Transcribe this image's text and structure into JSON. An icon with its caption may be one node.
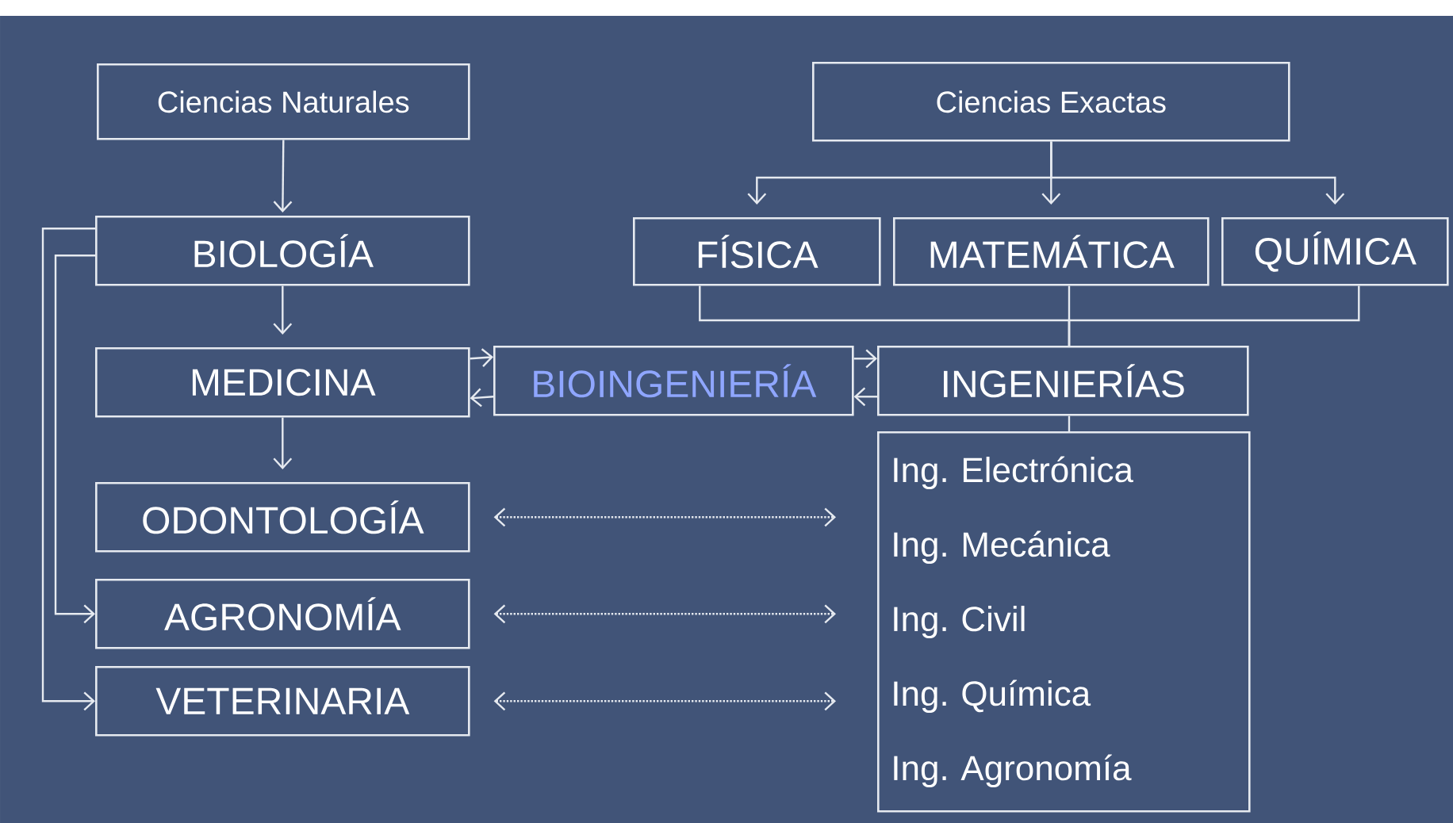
{
  "diagram": {
    "nodes": [
      {
        "text": [
          "Ciencias Naturales"
        ]
      },
      {
        "text": [
          "Ciencias Exactas"
        ]
      },
      {
        "text": [
          "BIOLOGÍA"
        ]
      },
      {
        "text": [
          "FÍSICA"
        ]
      },
      {
        "text": [
          "MATEMÁTICA"
        ]
      },
      {
        "text": [
          "QUÍMICA"
        ]
      },
      {
        "text": [
          "MEDICINA"
        ]
      },
      {
        "text": [
          "BIOINGENIERÍA"
        ]
      },
      {
        "text": [
          "INGENIERÍAS"
        ]
      },
      {
        "text": [
          "Ing. Electrónica",
          "Ing. Mecánica",
          "Ing. Civil",
          "Ing. Química",
          "Ing. Agronomía"
        ]
      },
      {
        "text": [
          "ODONTOLOGÍA"
        ]
      },
      {
        "text": [
          "AGRONOMÍA"
        ]
      },
      {
        "text": [
          "VETERINARIA"
        ]
      }
    ],
    "edges": [
      {
        "from": 0,
        "to": 2,
        "arrow": "to"
      },
      {
        "from": 1,
        "to": 3,
        "arrow": "to"
      },
      {
        "from": 1,
        "to": 4,
        "arrow": "to"
      },
      {
        "from": 1,
        "to": 5,
        "arrow": "to"
      },
      {
        "from": 2,
        "to": 6,
        "arrow": "to"
      },
      {
        "from": 2,
        "to": 11,
        "arrow": "to"
      },
      {
        "from": 2,
        "to": 12,
        "arrow": "to"
      },
      {
        "from": 6,
        "to": 7,
        "arrow": "to"
      },
      {
        "from": 7,
        "to": 6,
        "arrow": "to"
      },
      {
        "from": 7,
        "to": 8,
        "arrow": "to"
      },
      {
        "from": 8,
        "to": 7,
        "arrow": "to"
      },
      {
        "from": 3,
        "to": 8,
        "arrow": "none"
      },
      {
        "from": 4,
        "to": 8,
        "arrow": "none"
      },
      {
        "from": 5,
        "to": 8,
        "arrow": "none"
      },
      {
        "from": 8,
        "to": 9,
        "arrow": "none"
      },
      {
        "from": 6,
        "to": 10,
        "arrow": "to"
      },
      {
        "from": 10,
        "to": 9,
        "arrow": "both",
        "style": "dashed"
      },
      {
        "from": 11,
        "to": 9,
        "arrow": "both",
        "style": "dashed"
      },
      {
        "from": 12,
        "to": 9,
        "arrow": "both",
        "style": "dashed"
      }
    ]
  }
}
